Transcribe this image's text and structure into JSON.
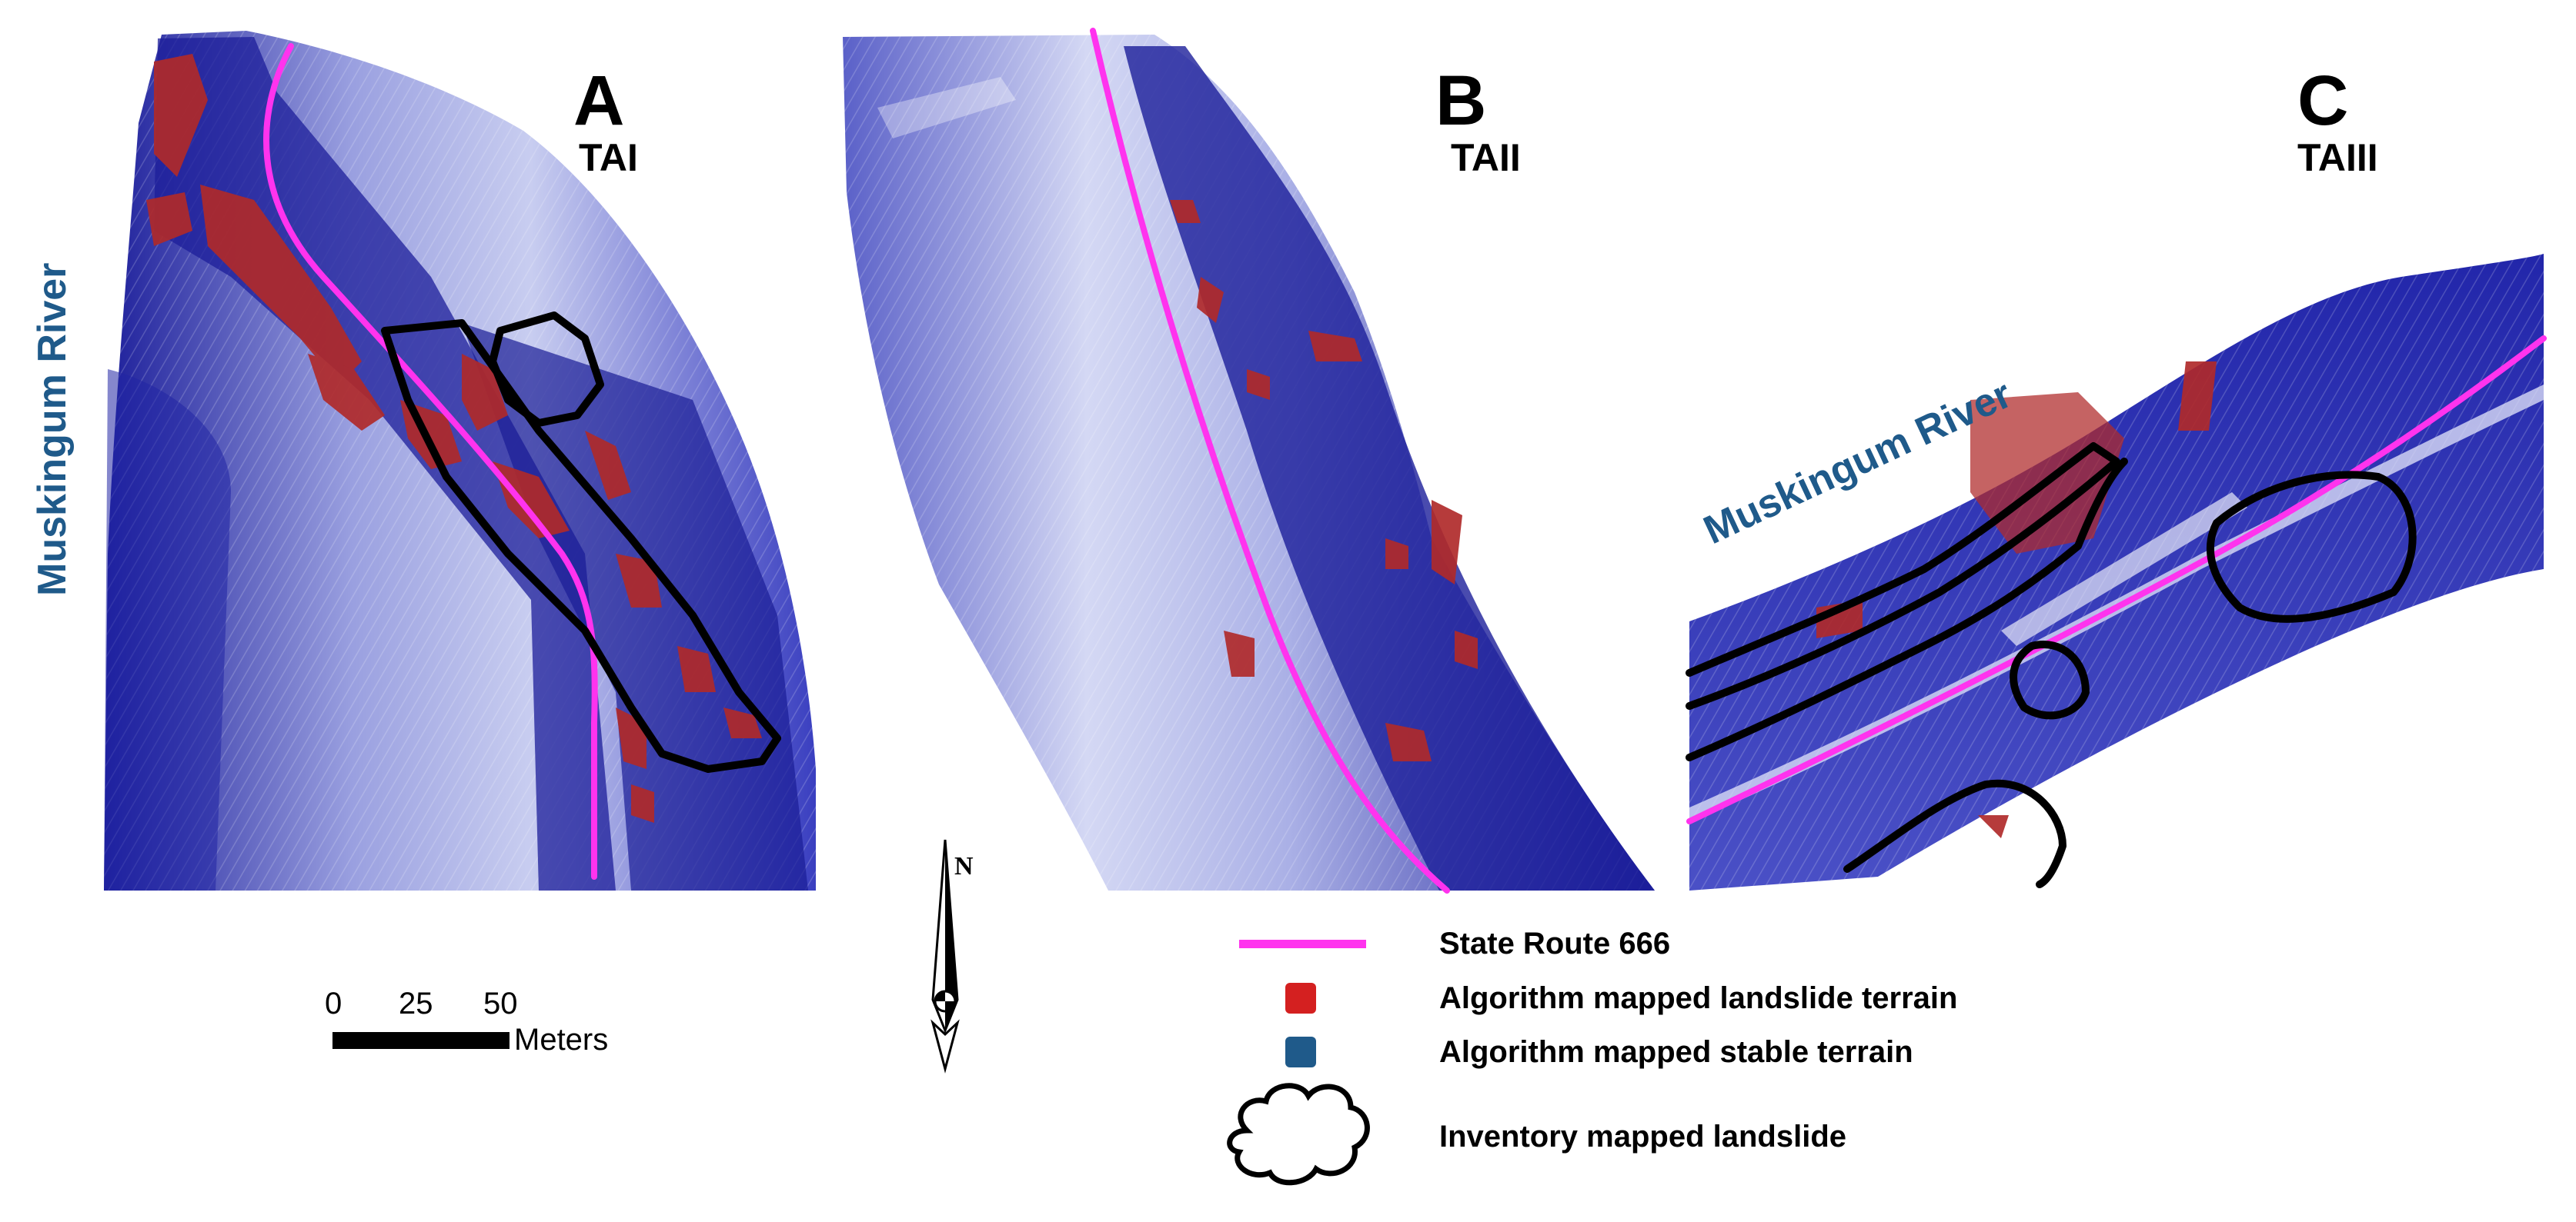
{
  "panels": [
    {
      "letter": "A",
      "code": "TAI"
    },
    {
      "letter": "B",
      "code": "TAII"
    },
    {
      "letter": "C",
      "code": "TAIII"
    }
  ],
  "river_labels": [
    "Muskingum River",
    "Muskingum River"
  ],
  "north_arrow": {
    "label": "N",
    "icon": "north-arrow-icon"
  },
  "scale_bar": {
    "ticks": [
      "0",
      "25",
      "50"
    ],
    "unit": "Meters"
  },
  "legend": [
    {
      "label": "State Route 666",
      "symbol": "magenta-line",
      "color": "#ff33ee"
    },
    {
      "label": "Algorithm mapped landslide terrain",
      "symbol": "red-square",
      "color": "#d42020"
    },
    {
      "label": "Algorithm mapped stable terrain",
      "symbol": "blue-square",
      "color": "#1f5a8a"
    },
    {
      "label": "Inventory mapped landslide",
      "symbol": "cloud-outline",
      "color": "#000000"
    }
  ],
  "colors": {
    "terrain_stable": "#2a2db0",
    "terrain_landslide": "#b02a2a",
    "road": "#ff33ee",
    "inventory_outline": "#000000",
    "river_label": "#1f5a8a"
  }
}
